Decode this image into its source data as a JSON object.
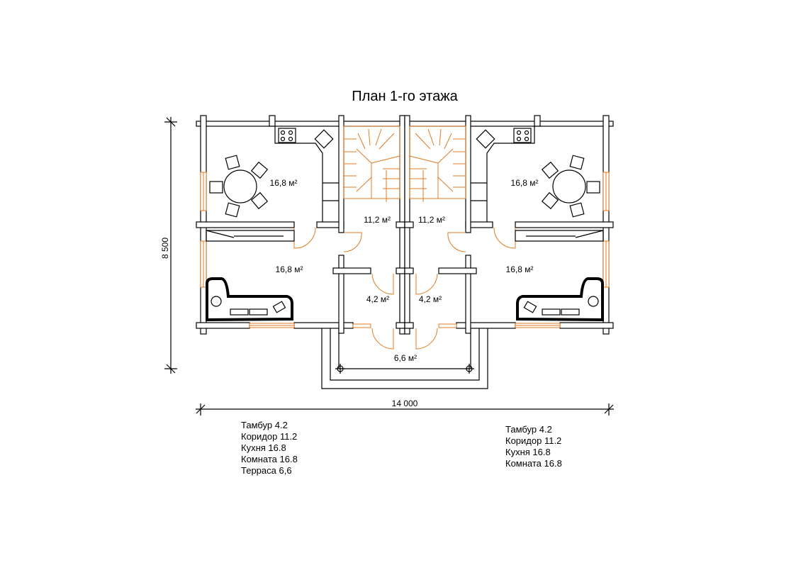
{
  "title": "План 1-го этажа",
  "rooms": {
    "left_kitchen": "16,8 м²",
    "left_corridor": "11,2 м²",
    "left_room": "16,8 м²",
    "left_tambur": "4,2 м²",
    "terrace": "6,6 м²",
    "right_kitchen": "16,8 м²",
    "right_corridor": "11,2 м²",
    "right_room": "16,8 м²",
    "right_tambur": "4,2 м²"
  },
  "dimensions": {
    "height": "8 500",
    "width": "14 000"
  },
  "legend_left": [
    "Тамбур 4.2",
    "Коридор 11.2",
    "Кухня 16.8",
    "Комната 16.8",
    "Терраса 6,6"
  ],
  "legend_right": [
    "Тамбур 4.2",
    "Коридор 11.2",
    "Кухня 16.8",
    "Комната 16.8"
  ],
  "colors": {
    "wall": "#000000",
    "doors_windows_stairs": "#e07a20"
  }
}
